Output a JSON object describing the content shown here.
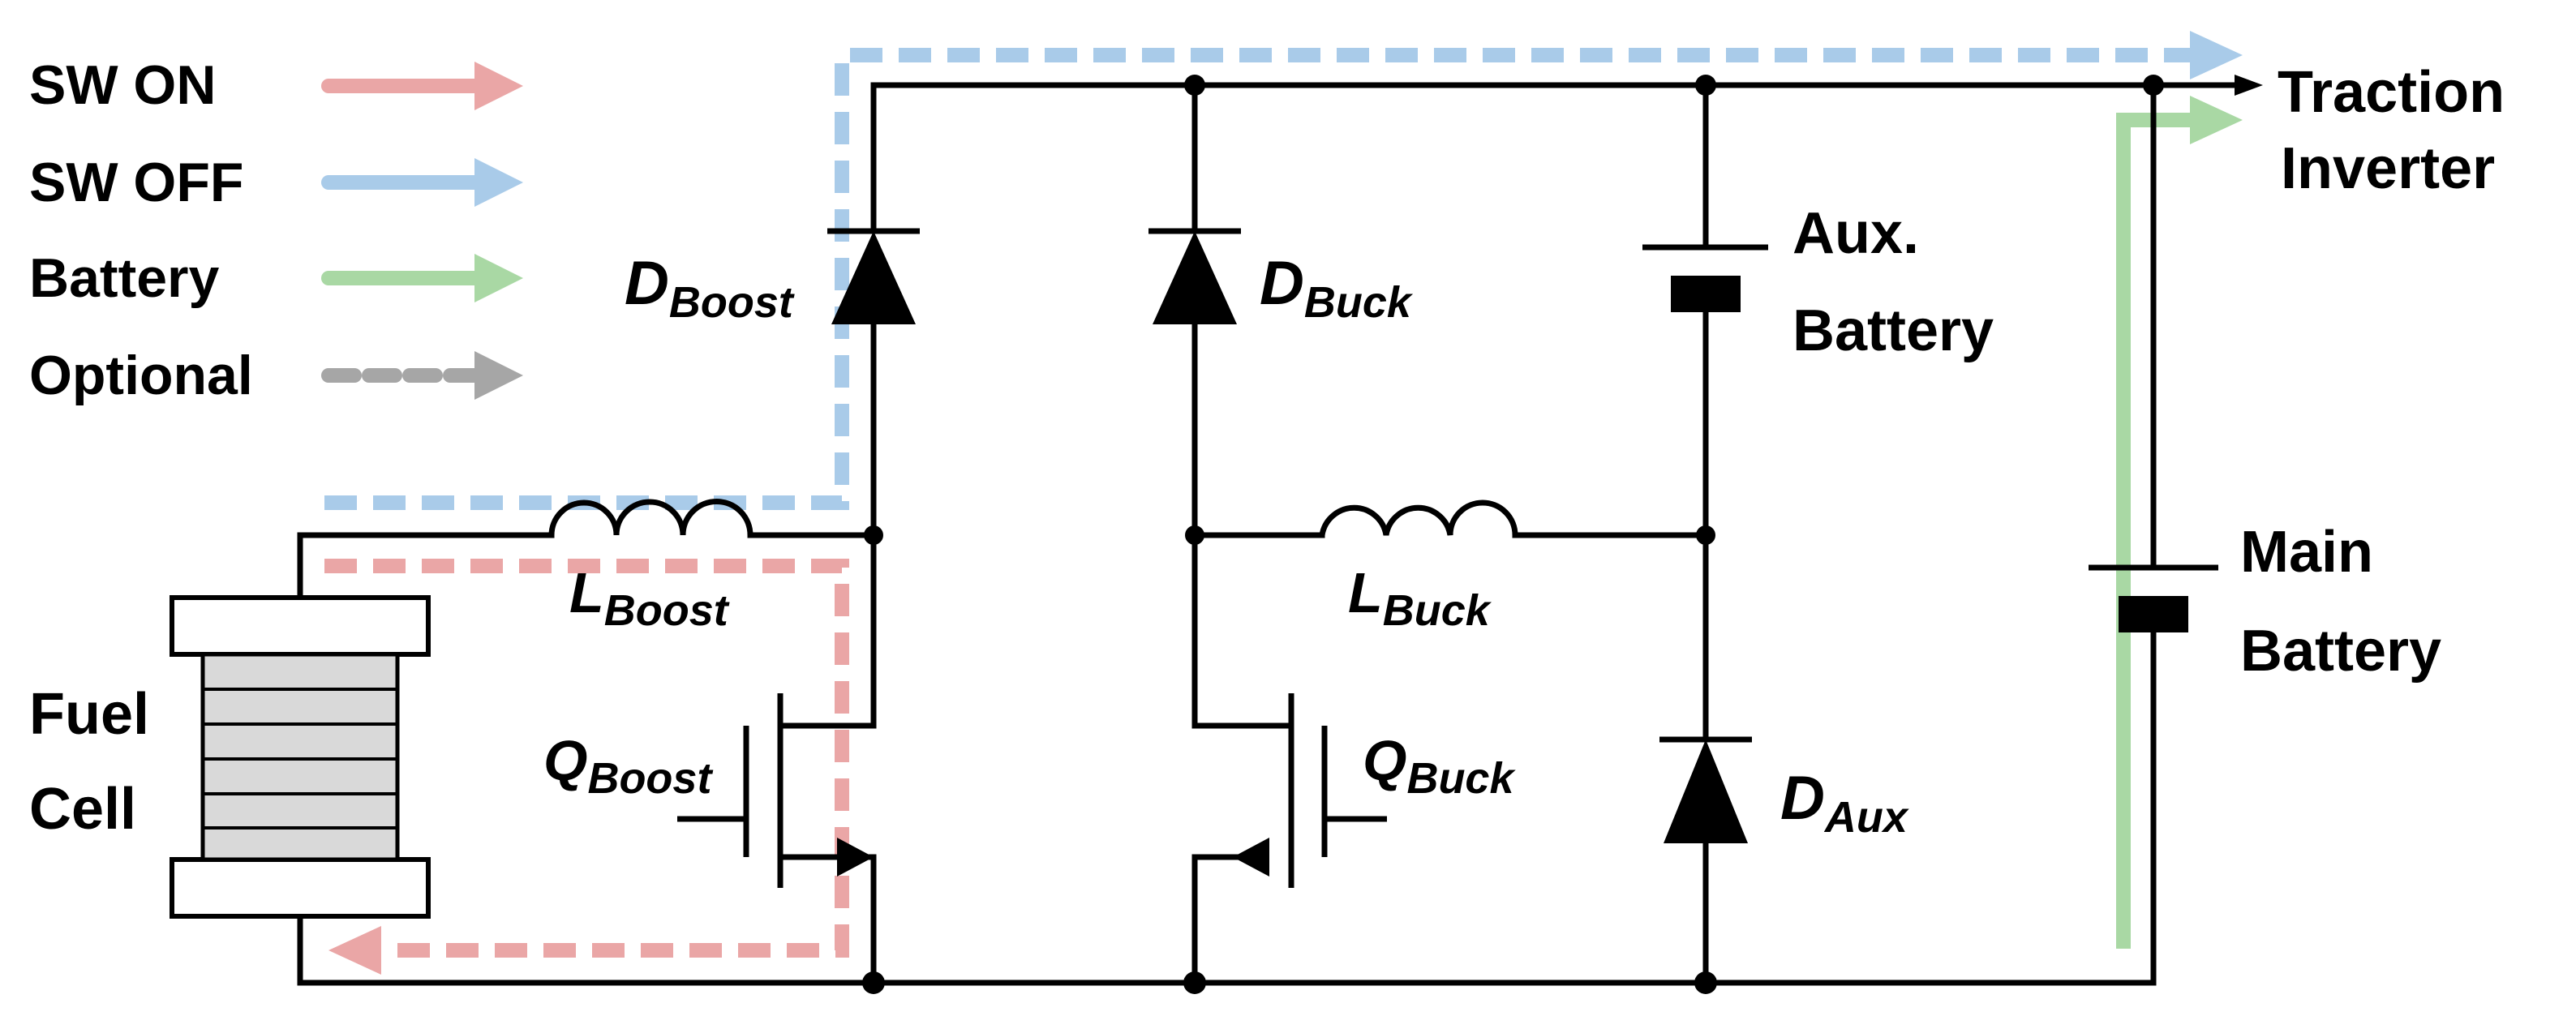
{
  "legend": {
    "items": [
      {
        "label": "SW ON",
        "color": "#c00000",
        "arrow_color": "#eaa6a6",
        "dashed": false
      },
      {
        "label": "SW OFF",
        "color": "#0070c0",
        "arrow_color": "#a9cbe9",
        "dashed": false
      },
      {
        "label": "Battery",
        "color": "#008000",
        "arrow_color": "#a9d8a4",
        "dashed": false
      },
      {
        "label": "Optional",
        "color": "#000000",
        "arrow_color": "#a6a6a6",
        "dashed": true
      }
    ]
  },
  "components": {
    "fuel_cell": {
      "line1": "Fuel",
      "line2": "Cell"
    },
    "l_boost": {
      "main": "L",
      "sub": "Boost"
    },
    "q_boost": {
      "main": "Q",
      "sub": "Boost"
    },
    "d_boost": {
      "main": "D",
      "sub": "Boost"
    },
    "d_buck": {
      "main": "D",
      "sub": "Buck"
    },
    "l_buck": {
      "main": "L",
      "sub": "Buck"
    },
    "q_buck": {
      "main": "Q",
      "sub": "Buck"
    },
    "d_aux": {
      "main": "D",
      "sub": "Aux"
    },
    "aux_battery": {
      "line1": "Aux.",
      "line2": "Battery"
    },
    "main_battery": {
      "line1": "Main",
      "line2": "Battery"
    },
    "traction_inverter": {
      "line1": "Traction",
      "line2": "Inverter"
    }
  },
  "colors": {
    "wire": "#000000",
    "sw_on_path": "#eaa6a6",
    "sw_off_path": "#a9cbe9",
    "battery_path": "#a9d8a4",
    "fuel_cell_fill": "#d9d9d9"
  }
}
